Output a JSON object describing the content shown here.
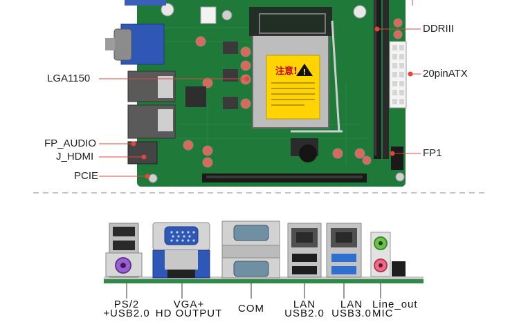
{
  "board_callouts_left": [
    "LGA1150",
    "FP_AUDIO",
    "J_HDMI",
    "PCIE"
  ],
  "board_callouts_right": [
    "DDRIII",
    "20pinATX",
    "FP1"
  ],
  "warning_sticker": {
    "heading": "注意!",
    "symbol": "!"
  },
  "io_ports": [
    {
      "line1": "PS/2",
      "line2": "+USB2.0"
    },
    {
      "line1": "VGA+",
      "line2": "HD OUTPUT"
    },
    {
      "line1": "COM",
      "line2": ""
    },
    {
      "line1": "LAN",
      "line2": "USB2.0"
    },
    {
      "line1": "LAN",
      "line2": "USB3.0"
    },
    {
      "line1": "Line_out",
      "line2": "MIC"
    }
  ],
  "colors": {
    "pcb": "#1f7a3a",
    "pcb_dark": "#155c2a",
    "callout_line": "#e0463a",
    "callout_dot": "#e0463a",
    "vga_blue": "#2f57b5",
    "usb3_blue": "#2f6fd0",
    "audio_green": "#6cc24a",
    "audio_pink": "#f06a8c",
    "sticker_yellow": "#ffd400"
  }
}
